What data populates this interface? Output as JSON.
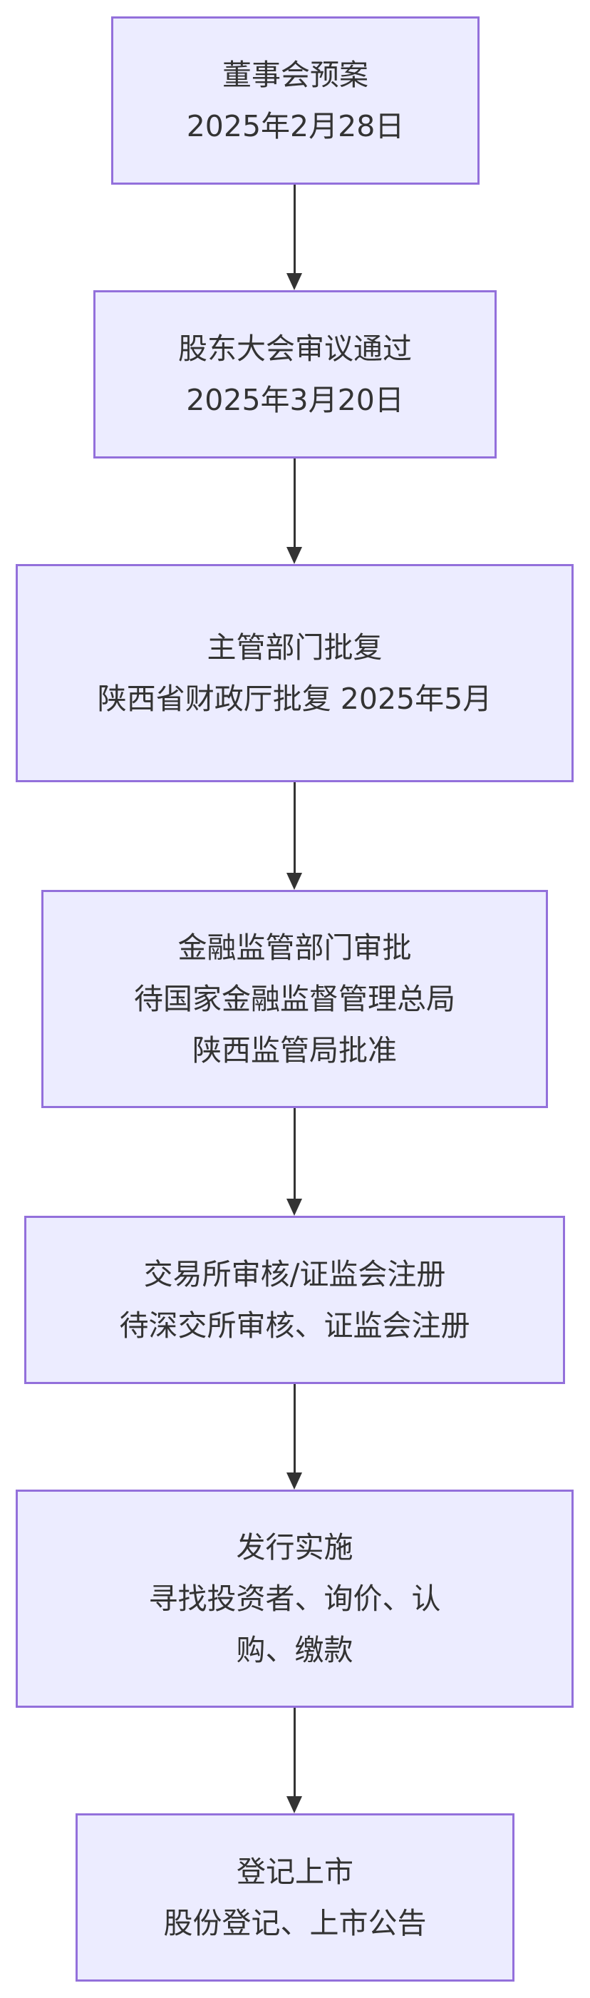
{
  "colors": {
    "node_fill": "#ececff",
    "node_border": "#9370db",
    "text": "#333333",
    "edge": "#333333"
  },
  "steps": [
    {
      "title": "董事会预案",
      "detail": "2025年2月28日"
    },
    {
      "title": "股东大会审议通过",
      "detail": "2025年3月20日"
    },
    {
      "title": "主管部门批复",
      "detail": "陕西省财政厅批复 2025年5月"
    },
    {
      "title": "金融监管部门审批",
      "detail": "待国家金融监督管理总局",
      "detail2": "陕西监管局批准"
    },
    {
      "title": "交易所审核/证监会注册",
      "detail": "待深交所审核、证监会注册"
    },
    {
      "title": "发行实施",
      "detail": "寻找投资者、询价、认购、缴款"
    },
    {
      "title": "登记上市",
      "detail": "股份登记、上市公告"
    }
  ]
}
